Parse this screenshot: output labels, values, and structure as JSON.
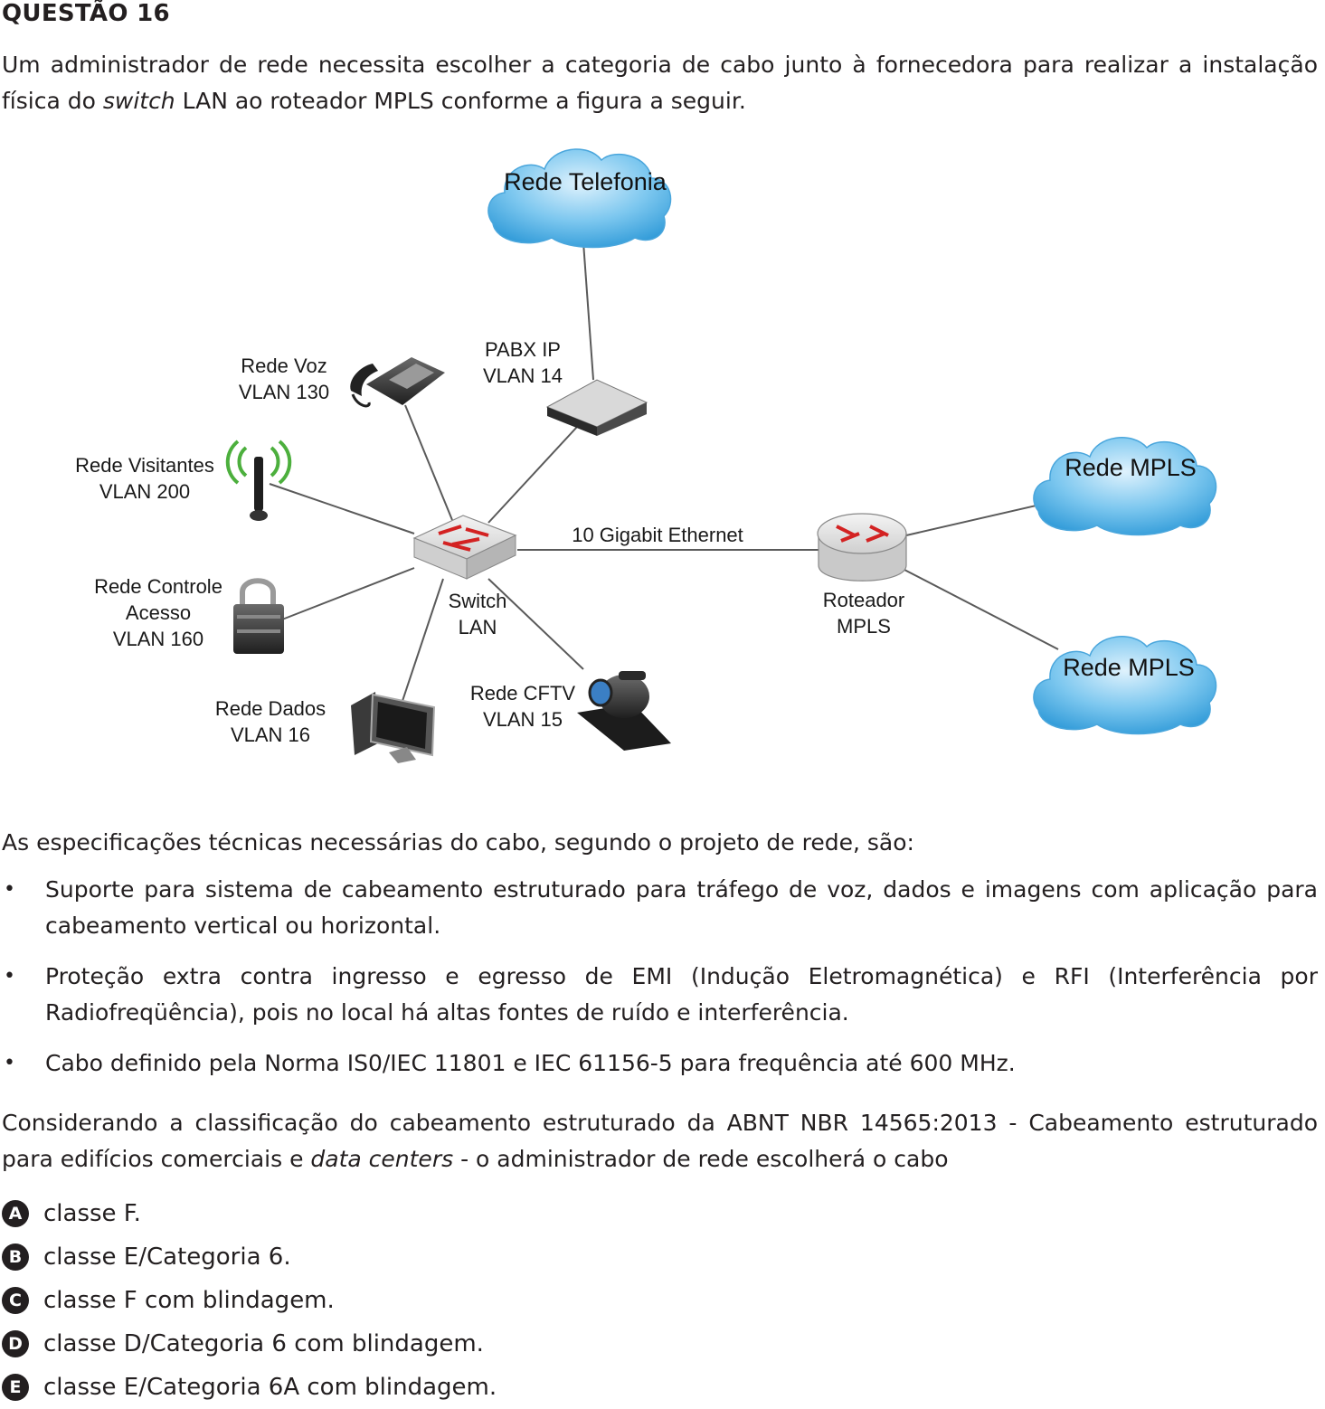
{
  "question": {
    "title": "QUESTÃO 16",
    "intro_part1": "Um administrador de rede necessita escolher a categoria de cabo junto à fornecedora para realizar a instalação física do ",
    "intro_italic": "switch",
    "intro_part2": " LAN ao roteador MPLS conforme a figura a seguir."
  },
  "diagram": {
    "cloud_telefonia": "Rede Telefonia",
    "pabx_line1": "PABX IP",
    "pabx_line2": "VLAN 14",
    "voz_line1": "Rede Voz",
    "voz_line2": "VLAN 130",
    "visitantes_line1": "Rede Visitantes",
    "visitantes_line2": "VLAN 200",
    "controle_line1": "Rede Controle",
    "controle_line2": "Acesso",
    "controle_line3": "VLAN 160",
    "dados_line1": "Rede Dados",
    "dados_line2": "VLAN 16",
    "cftv_line1": "Rede CFTV",
    "cftv_line2": "VLAN 15",
    "switch_line1": "Switch",
    "switch_line2": "LAN",
    "link_label": "10 Gigabit Ethernet",
    "router_line1": "Roteador",
    "router_line2": "MPLS",
    "cloud_mpls_1": "Rede MPLS",
    "cloud_mpls_2": "Rede MPLS"
  },
  "specs": {
    "intro": "As especificações técnicas necessárias do cabo, segundo o projeto de rede, são:",
    "bullet": "•",
    "items": [
      "Suporte para sistema de cabeamento estruturado para tráfego de voz, dados e imagens com aplicação para cabeamento vertical ou horizontal.",
      "Proteção extra contra ingresso e egresso de EMI (Indução Eletromagnética) e RFI (Interferência por Radiofreqüência), pois no local há altas fontes de ruído e interferência.",
      "Cabo definido pela Norma IS0/IEC 11801 e IEC 61156-5 para frequência até 600 MHz."
    ]
  },
  "conclusion": {
    "part1": "Considerando a classificação do cabeamento estruturado da ABNT NBR 14565:2013 - Cabeamento estruturado para edifícios comerciais e ",
    "italic": "data centers",
    "part2": " - o administrador de rede escolherá o cabo"
  },
  "options": [
    {
      "letter": "A",
      "text": "classe F."
    },
    {
      "letter": "B",
      "text": "classe E/Categoria 6."
    },
    {
      "letter": "C",
      "text": "classe F com blindagem."
    },
    {
      "letter": "D",
      "text": "classe D/Categoria 6 com blindagem."
    },
    {
      "letter": "E",
      "text": "classe E/Categoria 6A com blindagem."
    }
  ]
}
